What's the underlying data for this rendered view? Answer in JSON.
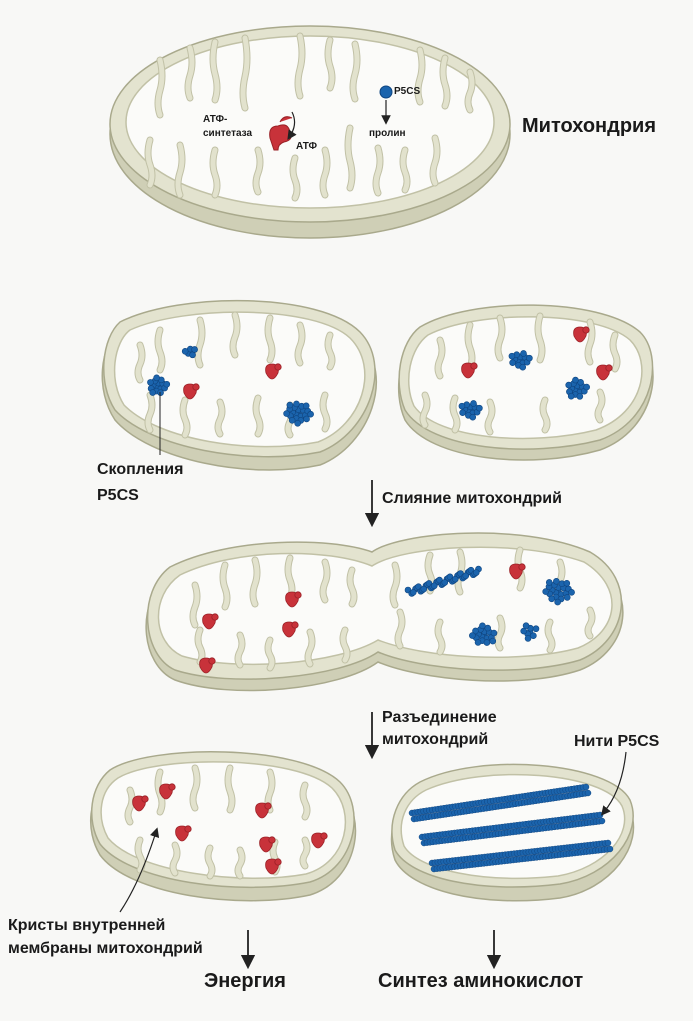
{
  "title": "Митохондрия",
  "labels": {
    "atp_synthase": "АТФ-\nсинтетаза",
    "atp": "АТФ",
    "p5cs": "P5CS",
    "proline": "пролин",
    "clusters": "Скопления\nP5CS",
    "fusion": "Слияние митохондрий",
    "fission": "Разъединение\nмитохондрий",
    "filaments": "Нити P5CS",
    "cristae": "Кристы внутренней\nмембраны митохондрий",
    "energy": "Энергия",
    "synthesis": "Синтез аминокислот"
  },
  "colors": {
    "outer_membrane": "#dcdcc6",
    "outer_stroke": "#a9a98c",
    "matrix": "#fbfbf9",
    "cristae": "#e2e2cd",
    "cristae_stroke": "#c1c1a6",
    "atp_synthase": "#c8323a",
    "p5cs": "#1b64ad",
    "text": "#1a1a1a"
  }
}
